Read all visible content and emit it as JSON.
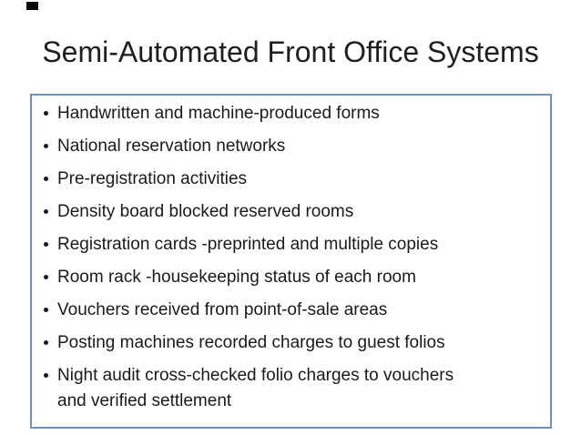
{
  "slide": {
    "title": "Semi-Automated Front Office Systems",
    "content_box": {
      "bullets": [
        "Handwritten and machine-produced forms",
        "National reservation networks",
        "Pre-registration activities",
        "Density board blocked reserved rooms",
        "Registration cards -preprinted and multiple copies",
        "Room rack -housekeeping status of each room",
        "Vouchers received from point-of-sale areas",
        "Posting machines recorded charges to guest folios",
        "Night audit cross-checked folio charges to vouchers and verified settlement"
      ]
    },
    "colors": {
      "background": "#ffffff",
      "title_text": "#1f1f1f",
      "body_text": "#1a1a1a",
      "box_border": "#6b93c9"
    }
  }
}
